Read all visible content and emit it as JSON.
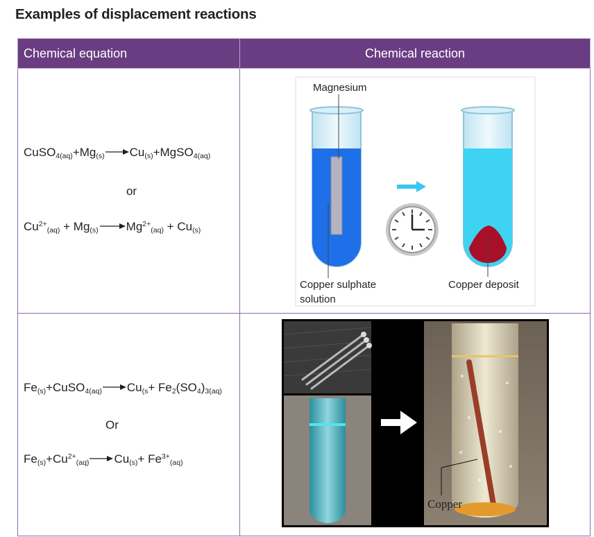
{
  "heading": "Examples of displacement reactions",
  "table": {
    "headers": [
      "Chemical equation",
      "Chemical reaction"
    ],
    "row1": {
      "eq1": {
        "a": "CuSO",
        "a_sub": "4(aq)",
        "b": "+Mg",
        "b_sub": "(s)",
        "c": "Cu",
        "c_sub": "(s)",
        "d": "+MgSO",
        "d_sub": "4(aq)"
      },
      "or": "or",
      "eq2": {
        "a": "Cu",
        "a_sup": "2+",
        "a_sub": "(aq)",
        "b": " + Mg",
        "b_sub": "(s)",
        "c": "Mg",
        "c_sup": "2+",
        "c_sub": "(aq)",
        "d": " + Cu",
        "d_sub": "(s)"
      },
      "diagram": {
        "label_magnesium": "Magnesium",
        "label_solution_1": "Copper sulphate",
        "label_solution_2": "solution",
        "label_deposit": "Copper deposit",
        "colors": {
          "solution": "#1e6fe8",
          "after_solution": "#3fd3f2",
          "deposit": "#a8102a",
          "arrow": "#39c6f0"
        }
      }
    },
    "row2": {
      "eq1": {
        "a": "Fe",
        "a_sub": "(s)",
        "b": "+CuSO",
        "b_sub": "4(aq)",
        "c": "Cu",
        "c_sub": "(s",
        "d": "+ Fe",
        "d_sub": "2",
        "e": "(SO",
        "e_sub": "4",
        "f": ")",
        "f_sub": "3(aq)"
      },
      "or": "Or",
      "eq2": {
        "a": "Fe",
        "a_sub": "(s)",
        "b": "+Cu",
        "b_sup": "2+",
        "b_sub": "(aq)",
        "c": "Cu",
        "c_sub": "(s)",
        "d": "+ Fe",
        "d_sup": "3+",
        "d_sub": "(aq)"
      },
      "photo": {
        "label_copper": "Copper"
      }
    }
  }
}
